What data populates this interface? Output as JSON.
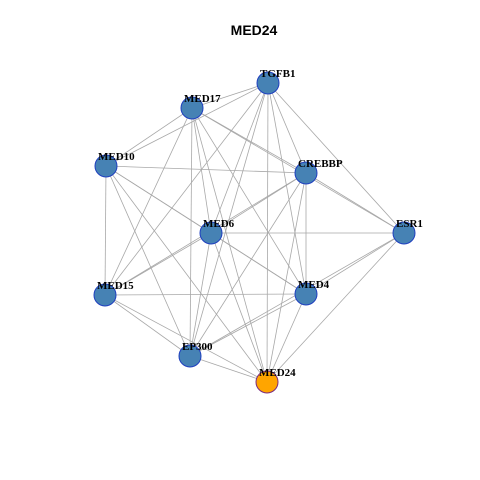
{
  "title": "MED24",
  "colors": {
    "node_fill": "#4682B4",
    "node_stroke": "#1f3fbf",
    "highlight_fill": "#FFA500",
    "highlight_stroke": "#7a2a80",
    "edge": "#a8a8a8"
  },
  "nodes": [
    {
      "id": "TGFB1",
      "label": "TGFB1",
      "highlight": false
    },
    {
      "id": "MED17",
      "label": "MED17",
      "highlight": false
    },
    {
      "id": "MED10",
      "label": "MED10",
      "highlight": false
    },
    {
      "id": "CREBBP",
      "label": "CREBBP",
      "highlight": false
    },
    {
      "id": "MED6",
      "label": "MED6",
      "highlight": false
    },
    {
      "id": "ESR1",
      "label": "ESR1",
      "highlight": false
    },
    {
      "id": "MED15",
      "label": "MED15",
      "highlight": false
    },
    {
      "id": "MED4",
      "label": "MED4",
      "highlight": false
    },
    {
      "id": "EP300",
      "label": "EP300",
      "highlight": false
    },
    {
      "id": "MED24",
      "label": "MED24",
      "highlight": true
    }
  ],
  "edges": [
    [
      "TGFB1",
      "MED17"
    ],
    [
      "TGFB1",
      "MED10"
    ],
    [
      "TGFB1",
      "CREBBP"
    ],
    [
      "TGFB1",
      "MED6"
    ],
    [
      "TGFB1",
      "ESR1"
    ],
    [
      "TGFB1",
      "MED15"
    ],
    [
      "TGFB1",
      "MED4"
    ],
    [
      "TGFB1",
      "EP300"
    ],
    [
      "TGFB1",
      "MED24"
    ],
    [
      "MED17",
      "MED10"
    ],
    [
      "MED17",
      "CREBBP"
    ],
    [
      "MED17",
      "MED6"
    ],
    [
      "MED17",
      "ESR1"
    ],
    [
      "MED17",
      "MED15"
    ],
    [
      "MED17",
      "MED4"
    ],
    [
      "MED17",
      "EP300"
    ],
    [
      "MED17",
      "MED24"
    ],
    [
      "MED10",
      "CREBBP"
    ],
    [
      "MED10",
      "MED6"
    ],
    [
      "MED10",
      "MED15"
    ],
    [
      "MED10",
      "MED4"
    ],
    [
      "MED10",
      "EP300"
    ],
    [
      "MED10",
      "MED24"
    ],
    [
      "CREBBP",
      "MED6"
    ],
    [
      "CREBBP",
      "ESR1"
    ],
    [
      "CREBBP",
      "MED15"
    ],
    [
      "CREBBP",
      "MED4"
    ],
    [
      "CREBBP",
      "EP300"
    ],
    [
      "CREBBP",
      "MED24"
    ],
    [
      "MED6",
      "ESR1"
    ],
    [
      "MED6",
      "MED15"
    ],
    [
      "MED6",
      "MED4"
    ],
    [
      "MED6",
      "EP300"
    ],
    [
      "MED6",
      "MED24"
    ],
    [
      "ESR1",
      "MED4"
    ],
    [
      "ESR1",
      "EP300"
    ],
    [
      "ESR1",
      "MED24"
    ],
    [
      "MED15",
      "MED4"
    ],
    [
      "MED15",
      "EP300"
    ],
    [
      "MED15",
      "MED24"
    ],
    [
      "MED4",
      "EP300"
    ],
    [
      "MED4",
      "MED24"
    ],
    [
      "EP300",
      "MED24"
    ]
  ]
}
